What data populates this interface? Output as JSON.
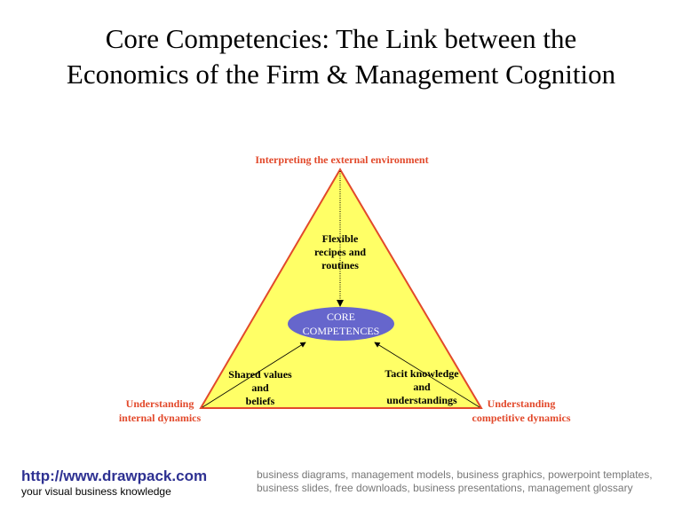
{
  "title": {
    "line1": "Core Competencies: The Link between the",
    "line2": "Economics of the Firm & Management Cognition"
  },
  "diagram": {
    "top_label": "Interpreting the external environment",
    "left_label": {
      "line1": "Understanding",
      "line2": "internal dynamics"
    },
    "right_label": {
      "line1": "Understanding",
      "line2": "competitive dynamics"
    },
    "center": {
      "line1": "CORE",
      "line2": "COMPETENCES"
    },
    "top_inner": {
      "line1": "Flexible",
      "line2": "recipes and",
      "line3": "routines"
    },
    "left_inner": {
      "line1": "Shared values",
      "line2": "and",
      "line3": "beliefs"
    },
    "right_inner": {
      "line1": "Tacit knowledge",
      "line2": "and",
      "line3": "understandings"
    },
    "colors": {
      "triangle_fill": "#ffff66",
      "triangle_stroke": "#e2492b",
      "ellipse": "#6666cc",
      "label": "#e2492b"
    }
  },
  "footer": {
    "url": "http://www.drawpack.com",
    "tagline": "your visual business knowledge",
    "keywords": "business diagrams, management models, business graphics, powerpoint templates, business slides, free downloads, business presentations, management glossary"
  }
}
